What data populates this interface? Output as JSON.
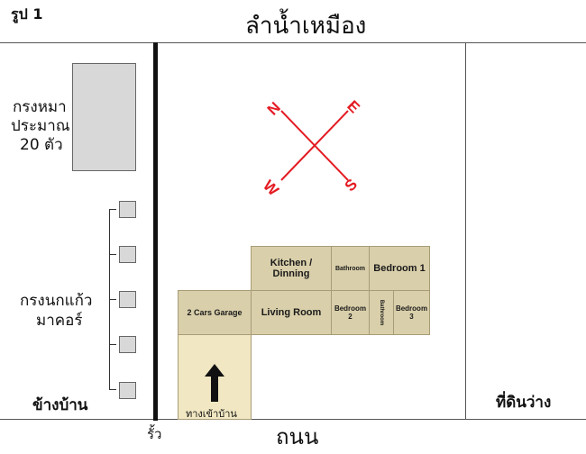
{
  "figure_label": "รูป 1",
  "top_label": "ลำน้ำเหมือง",
  "bottom_road_label": "ถนน",
  "fence_label": "รั้ว",
  "left_area": {
    "big_cage_label": [
      "กรงหมา",
      "ประมาณ",
      "20 ตัว"
    ],
    "bird_cage_label": [
      "กรงนกแก้ว",
      "มาคอร์"
    ],
    "neighbor_label": "ข้างบ้าน"
  },
  "right_area": {
    "empty_land_label": "ที่ดินว่าง"
  },
  "compass": {
    "n": "N",
    "e": "E",
    "s": "S",
    "w": "W",
    "color": "#e41b23"
  },
  "rooms": {
    "kitchen": [
      "Kitchen /",
      "Dinning"
    ],
    "bathroom_top": "Bathroom",
    "bedroom1": "Bedroom 1",
    "garage": "2 Cars Garage",
    "living": "Living Room",
    "bedroom2": [
      "Bedroom",
      "2"
    ],
    "bathroom_vertical": "Bathroom",
    "bedroom3": [
      "Bedroom",
      "3"
    ]
  },
  "entrance_label": "ทางเข้าบ้าน",
  "colors": {
    "room_fill": "#d9cfaa",
    "entrance_fill": "#f1e7c2",
    "cage_fill": "#d8d8d8"
  }
}
